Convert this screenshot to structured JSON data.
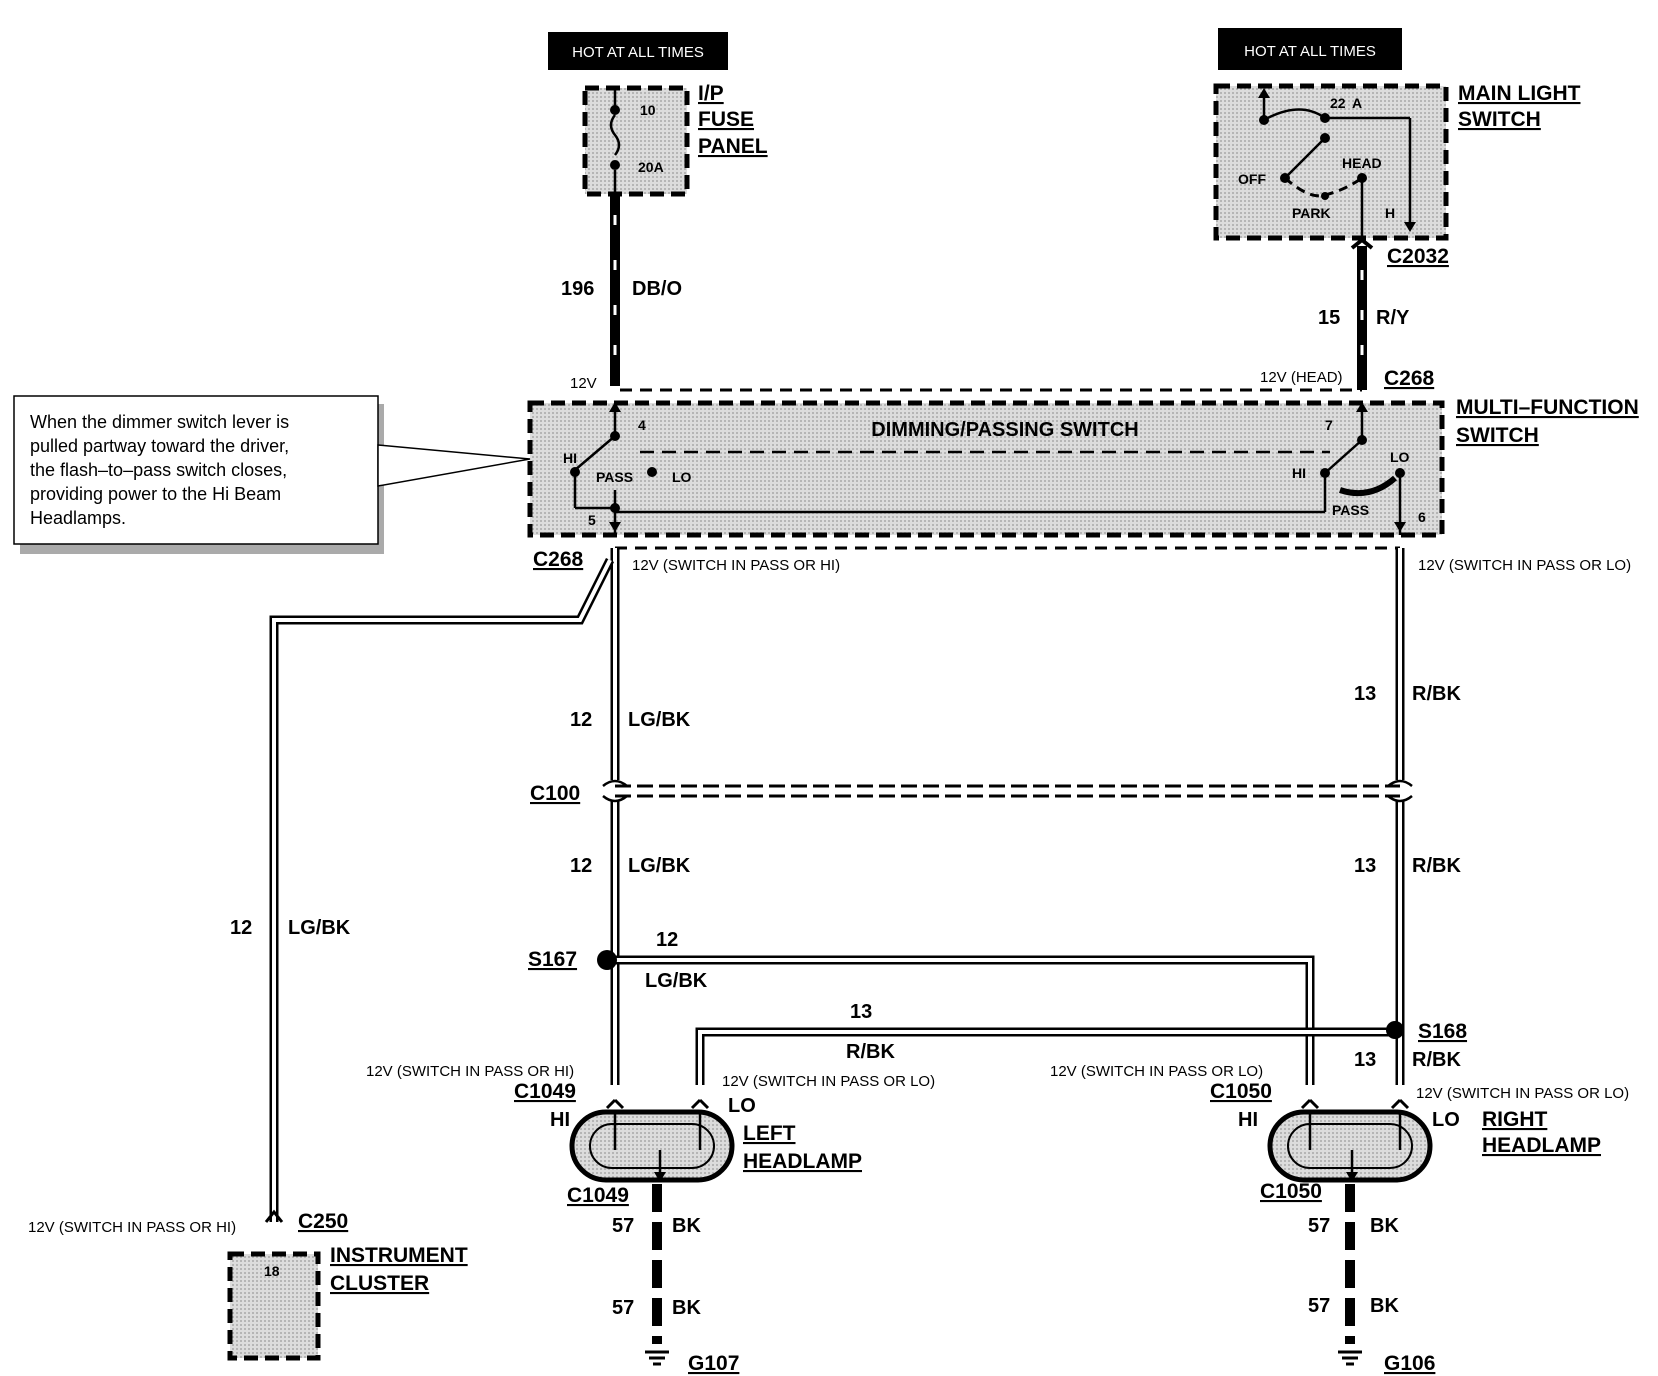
{
  "hot_labels": [
    "HOT AT ALL TIMES",
    "HOT AT ALL TIMES"
  ],
  "ip_fuse_panel": {
    "name_lines": [
      "I/P",
      "FUSE",
      "PANEL"
    ],
    "fuse_number": "10",
    "fuse_rating": "20A"
  },
  "main_light_switch": {
    "name_lines": [
      "MAIN LIGHT",
      "SWITCH"
    ],
    "pin": "22",
    "pin_letter": "A",
    "positions": [
      "OFF",
      "PARK",
      "HEAD"
    ],
    "h_label": "H",
    "connector": "C2032"
  },
  "multi_function_switch": {
    "name_lines": [
      "MULTI–FUNCTION",
      "SWITCH"
    ],
    "inner_title": "DIMMING/PASSING SWITCH",
    "left_pins": [
      "4",
      "5"
    ],
    "right_pins": [
      "7",
      "6"
    ],
    "left_positions": [
      "HI",
      "PASS",
      "LO"
    ],
    "right_positions": [
      "HI",
      "LO",
      "PASS"
    ],
    "top_connector": "C268",
    "bottom_connector": "C268",
    "voltage_left_in": "12V",
    "voltage_right_in": "12V (HEAD)"
  },
  "wires": {
    "w196": {
      "circuit": "196",
      "color": "DB/O"
    },
    "w15": {
      "circuit": "15",
      "color": "R/Y"
    },
    "w12": {
      "circuit": "12",
      "color": "LG/BK"
    },
    "w13": {
      "circuit": "13",
      "color": "R/BK"
    },
    "w57": {
      "circuit": "57",
      "color": "BK"
    }
  },
  "voltages": {
    "pass_or_hi": "12V (SWITCH IN PASS OR HI)",
    "pass_or_lo": "12V (SWITCH IN PASS OR LO)"
  },
  "connectors": {
    "c100": "C100",
    "s167": "S167",
    "s168": "S168",
    "c1049": "C1049",
    "c1050": "C1050",
    "c250": "C250",
    "g107": "G107",
    "g106": "G106"
  },
  "left_headlamp": {
    "name_lines": [
      "LEFT",
      "HEADLAMP"
    ],
    "hi": "HI",
    "lo": "LO"
  },
  "right_headlamp": {
    "name_lines": [
      "RIGHT",
      "HEADLAMP"
    ],
    "hi": "HI",
    "lo": "LO"
  },
  "instrument_cluster": {
    "name_lines": [
      "INSTRUMENT",
      "CLUSTER"
    ],
    "pin": "18"
  },
  "note_lines": [
    "When the dimmer switch lever is",
    "pulled partway toward the driver,",
    "the flash–to–pass switch closes,",
    "providing power to the Hi Beam",
    "Headlamps."
  ]
}
